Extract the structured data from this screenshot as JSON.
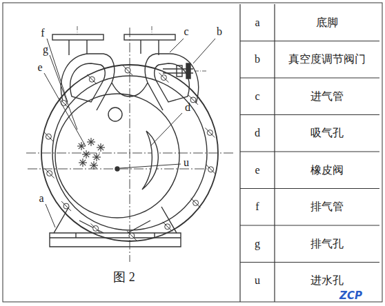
{
  "diagram": {
    "caption": "图 2",
    "labels": [
      "f",
      "g",
      "e",
      "c",
      "b",
      "d",
      "u",
      "a",
      "a",
      "底脚",
      "b",
      "真空度调节阀门",
      "c",
      "进气管",
      "d",
      "吸气孔",
      "e",
      "橡皮阀",
      "f",
      "排气管",
      "g",
      "排气孔",
      "u",
      "进水孔",
      "ZCP"
    ]
  }
}
